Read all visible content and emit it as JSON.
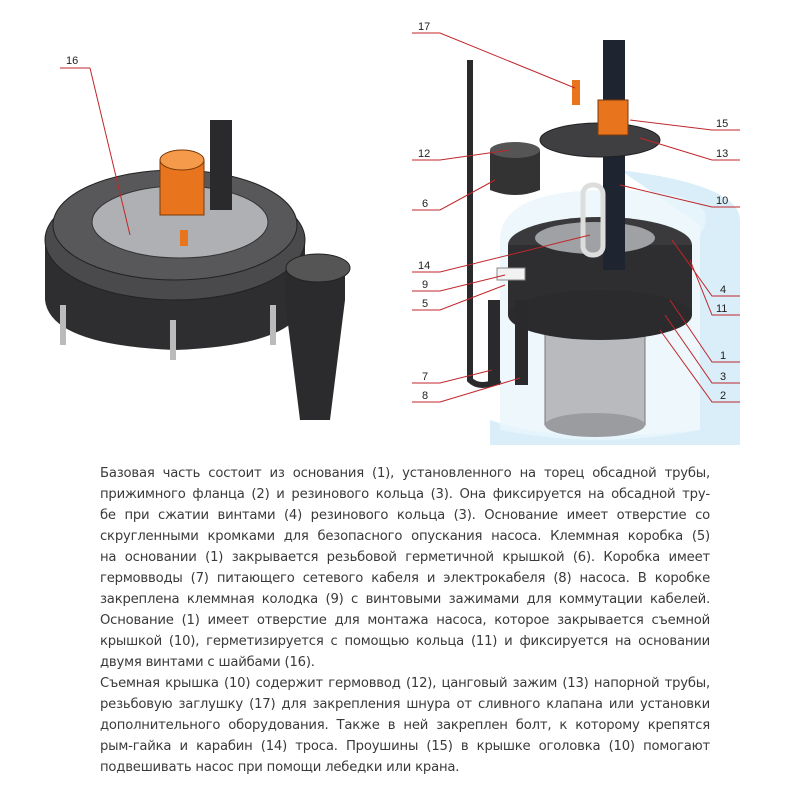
{
  "callouts": {
    "left": [
      "16"
    ],
    "right_left_side": [
      "17",
      "12",
      "6",
      "14",
      "9",
      "5",
      "7",
      "8"
    ],
    "right_right_side": [
      "15",
      "13",
      "10",
      "4",
      "11",
      "1",
      "3",
      "2"
    ]
  },
  "description_lines": [
    "Базовая часть состоит из основания (1), установленного на торец обсадной трубы,",
    "прижимного фланца (2) и резинового кольца (3). Она фиксируется на обсадной тру-",
    "бе при сжатии винтами (4) резинового кольца (3). Основание имеет отверстие со",
    "скругленными кромками для безопасного опускания насоса. Клеммная коробка (5)",
    "на основании (1) закрывается  резьбовой герметичной крышкой (6). Коробка имеет",
    "гермовводы (7) питающего сетевого кабеля и электрокабеля (8) насоса. В коробке",
    "закреплена клеммная колодка (9) с винтовыми зажимами для коммутации кабелей.",
    "Основание (1) имеет отверстие для монтажа насоса, которое закрывается съемной",
    "крышкой (10), герметизируется с помощью кольца (11) и фиксируется на основании",
    "двумя винтами с шайбами (16).",
    "Съемная крышка (10) содержит гермоввод (12), цанговый зажим (13) напорной трубы,",
    "резьбовую заглушку (17) для закрепления шнура от сливного клапана или установки",
    "дополнительного оборудования. Также в ней закреплен болт, к которому крепятся",
    "рым-гайка и карабин (14) троса. Проушины (15) в крышке оголовка (10) помогают",
    "подвешивать насос при помощи лебедки или крана."
  ],
  "colors": {
    "orange": "#e8741e",
    "dark": "#3a3a3c",
    "water": "#cfe8f5",
    "leader": "#c0262b"
  }
}
